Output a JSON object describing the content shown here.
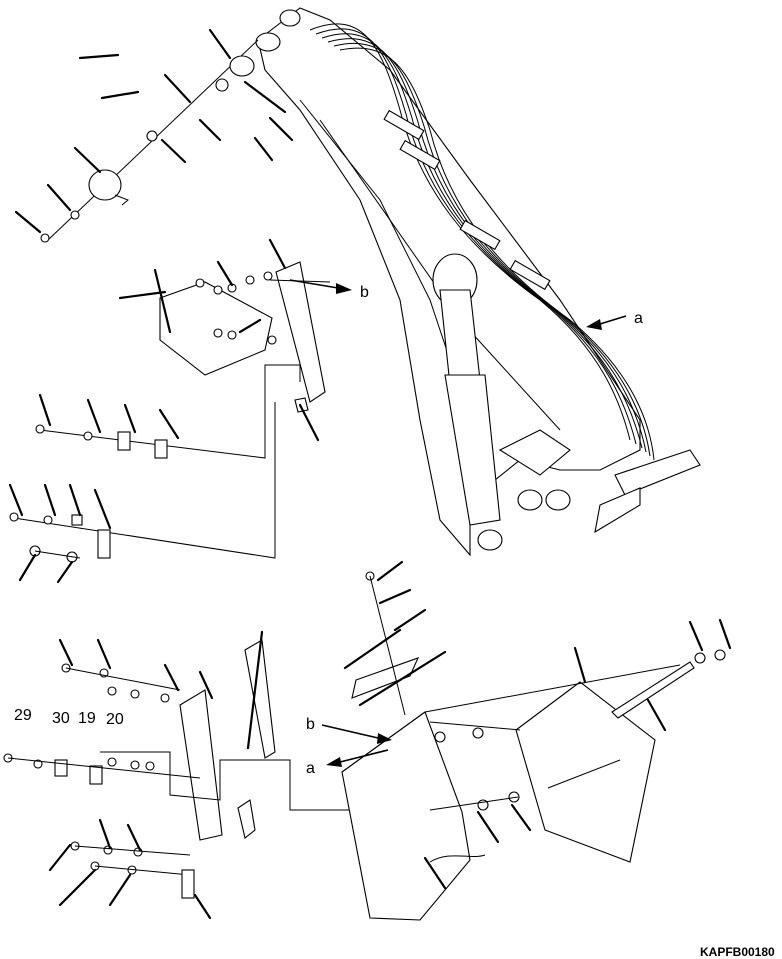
{
  "diagram": {
    "part_numbers": [
      "29",
      "30",
      "19",
      "20"
    ],
    "callouts": {
      "a": "a",
      "b": "b"
    },
    "code": "KAPFB00180"
  }
}
